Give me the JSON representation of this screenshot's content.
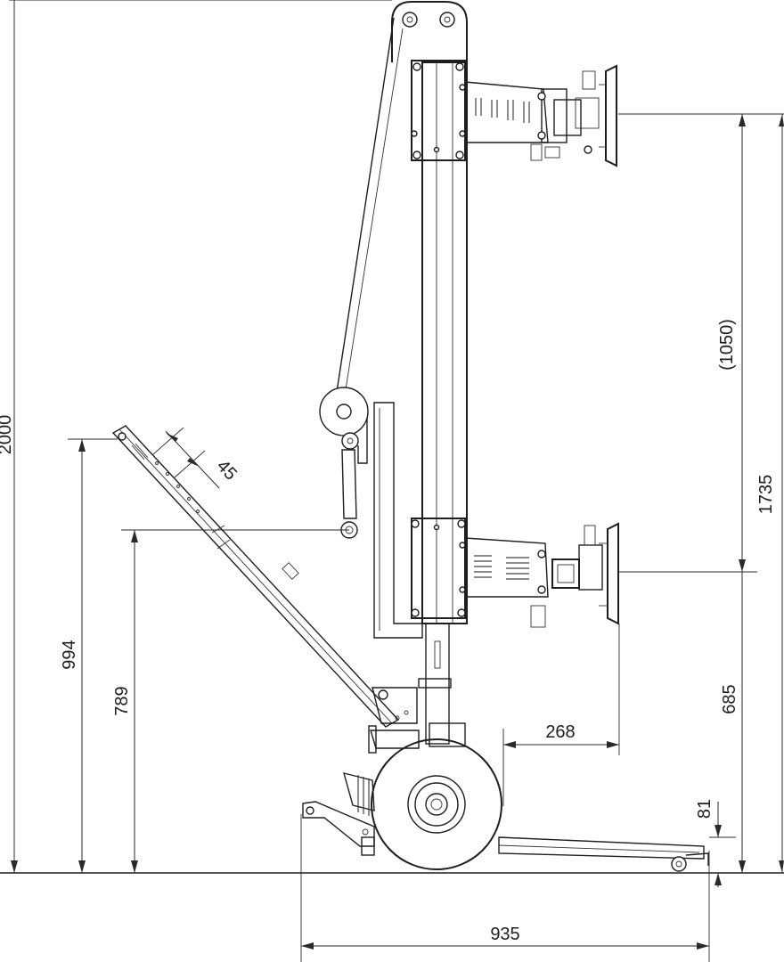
{
  "dimensions": {
    "overall_height": "2000",
    "height_994": "994",
    "height_789": "789",
    "angle_step_45": "45",
    "upper_travel": "(1050)",
    "upper_pad_height": "1735",
    "lower_pad_height": "685",
    "pad_offset": "268",
    "chassis_height": "81",
    "base_length": "935"
  },
  "colors": {
    "line": "#1e1e1e",
    "background": "#ffffff"
  }
}
